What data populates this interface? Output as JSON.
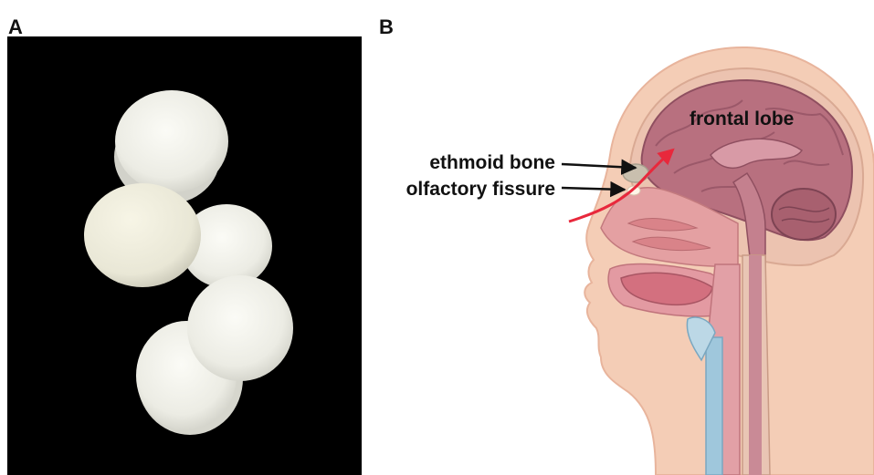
{
  "panels": {
    "a": {
      "label": "A"
    },
    "b": {
      "label": "B"
    }
  },
  "annotations": {
    "frontal_lobe": "frontal lobe",
    "ethmoid_bone": "ethmoid bone",
    "olfactory_fissure": "olfactory fissure"
  },
  "colors": {
    "photo_background": "#000000",
    "sponge": "#f1f1ea",
    "brain": "#b8707f",
    "skin": "#f4cdb6",
    "arrow": "#e8283c"
  },
  "icons": {
    "sponges": "foam-sponge-discs",
    "anatomy": "head-sagittal-section"
  }
}
